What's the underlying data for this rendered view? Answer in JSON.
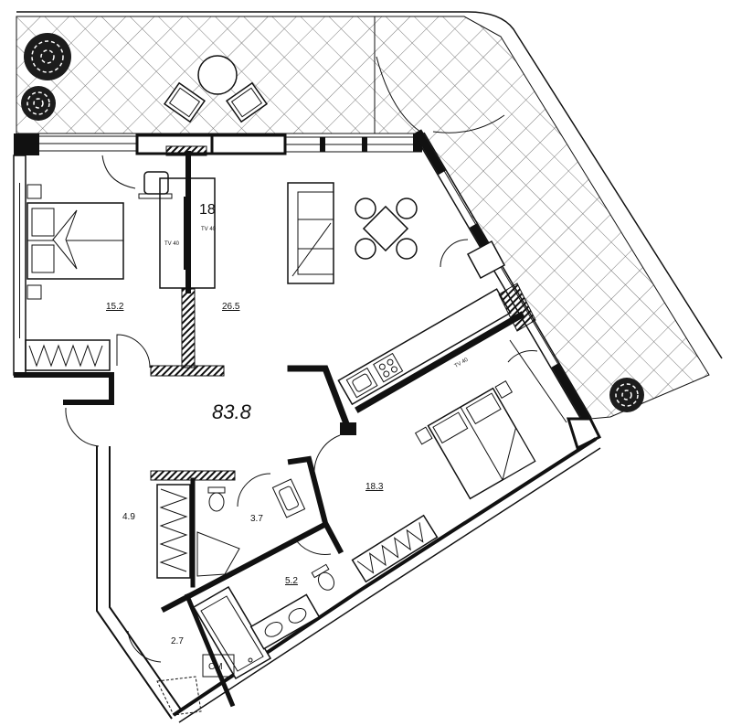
{
  "plan": {
    "total_area": "83.8",
    "rooms": {
      "bedroom_1": "15.2",
      "living_room": "26.5",
      "bedroom_2": "18.3",
      "corridor": "4.9",
      "wc": "3.7",
      "bathroom": "5.2",
      "hallway": "2.7"
    },
    "tv_number": "18",
    "tv_label_left": "TV 40",
    "tv_label_right": "TV 40",
    "tv_label_kitchen": "TV 40",
    "cm_label": "CM"
  },
  "colors": {
    "line": "#111111",
    "hatch": "#7a7a7a",
    "tree": "#1c1c1c",
    "background": "#ffffff"
  },
  "icons": [
    "tree-icon",
    "bed-icon",
    "sofa-icon",
    "dining-table-icon",
    "toilet-icon",
    "bathtub-icon",
    "sink-icon",
    "wardrobe-icon",
    "door-swing-icon"
  ]
}
